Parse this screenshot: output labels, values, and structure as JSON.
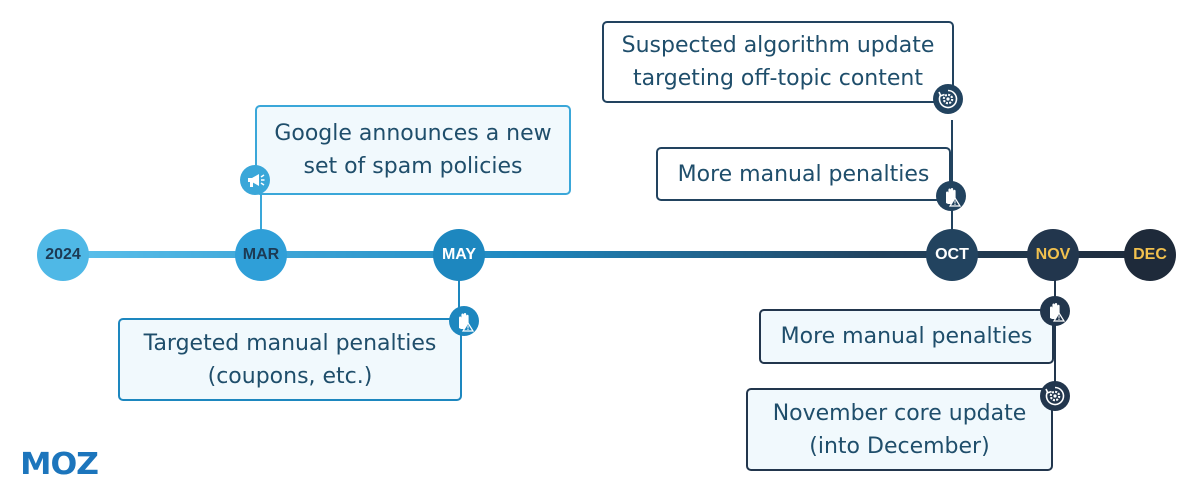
{
  "timeline": {
    "nodes": [
      {
        "label": "2024",
        "color": "#4fb8e6",
        "text_color": "#1c3a54"
      },
      {
        "label": "MAR",
        "color": "#2f9fd8",
        "text_color": "#1c3a54"
      },
      {
        "label": "MAY",
        "color": "#1d87bf",
        "text_color": "#ffffff"
      },
      {
        "label": "OCT",
        "color": "#22435f",
        "text_color": "#ffffff"
      },
      {
        "label": "NOV",
        "color": "#22364d",
        "text_color": "#f2c14e"
      },
      {
        "label": "DEC",
        "color": "#1e2a3a",
        "text_color": "#f2c14e"
      }
    ]
  },
  "events": [
    {
      "line1": "Google announces a new",
      "line2": "set of spam policies",
      "icon": "megaphone-icon",
      "color": "#3aa7d9"
    },
    {
      "line1": "Targeted manual penalties",
      "line2": "(coupons, etc.)",
      "icon": "hand-warning-icon",
      "color": "#1d87bf"
    },
    {
      "line1": "Suspected algorithm update",
      "line2": "targeting off-topic content",
      "icon": "gear-refresh-icon",
      "color": "#22435f"
    },
    {
      "line1": "More manual penalties",
      "icon": "hand-warning-icon",
      "color": "#22435f"
    },
    {
      "line1": "More manual penalties",
      "icon": "hand-warning-icon",
      "color": "#22364d"
    },
    {
      "line1": "November core update",
      "line2": "(into December)",
      "icon": "gear-refresh-icon",
      "color": "#22364d"
    }
  ],
  "logo": {
    "text": "MOZ",
    "color": "#1c75bc"
  },
  "colors": {
    "box_fill": "#f1f9fd",
    "text": "#1f4e6b"
  }
}
